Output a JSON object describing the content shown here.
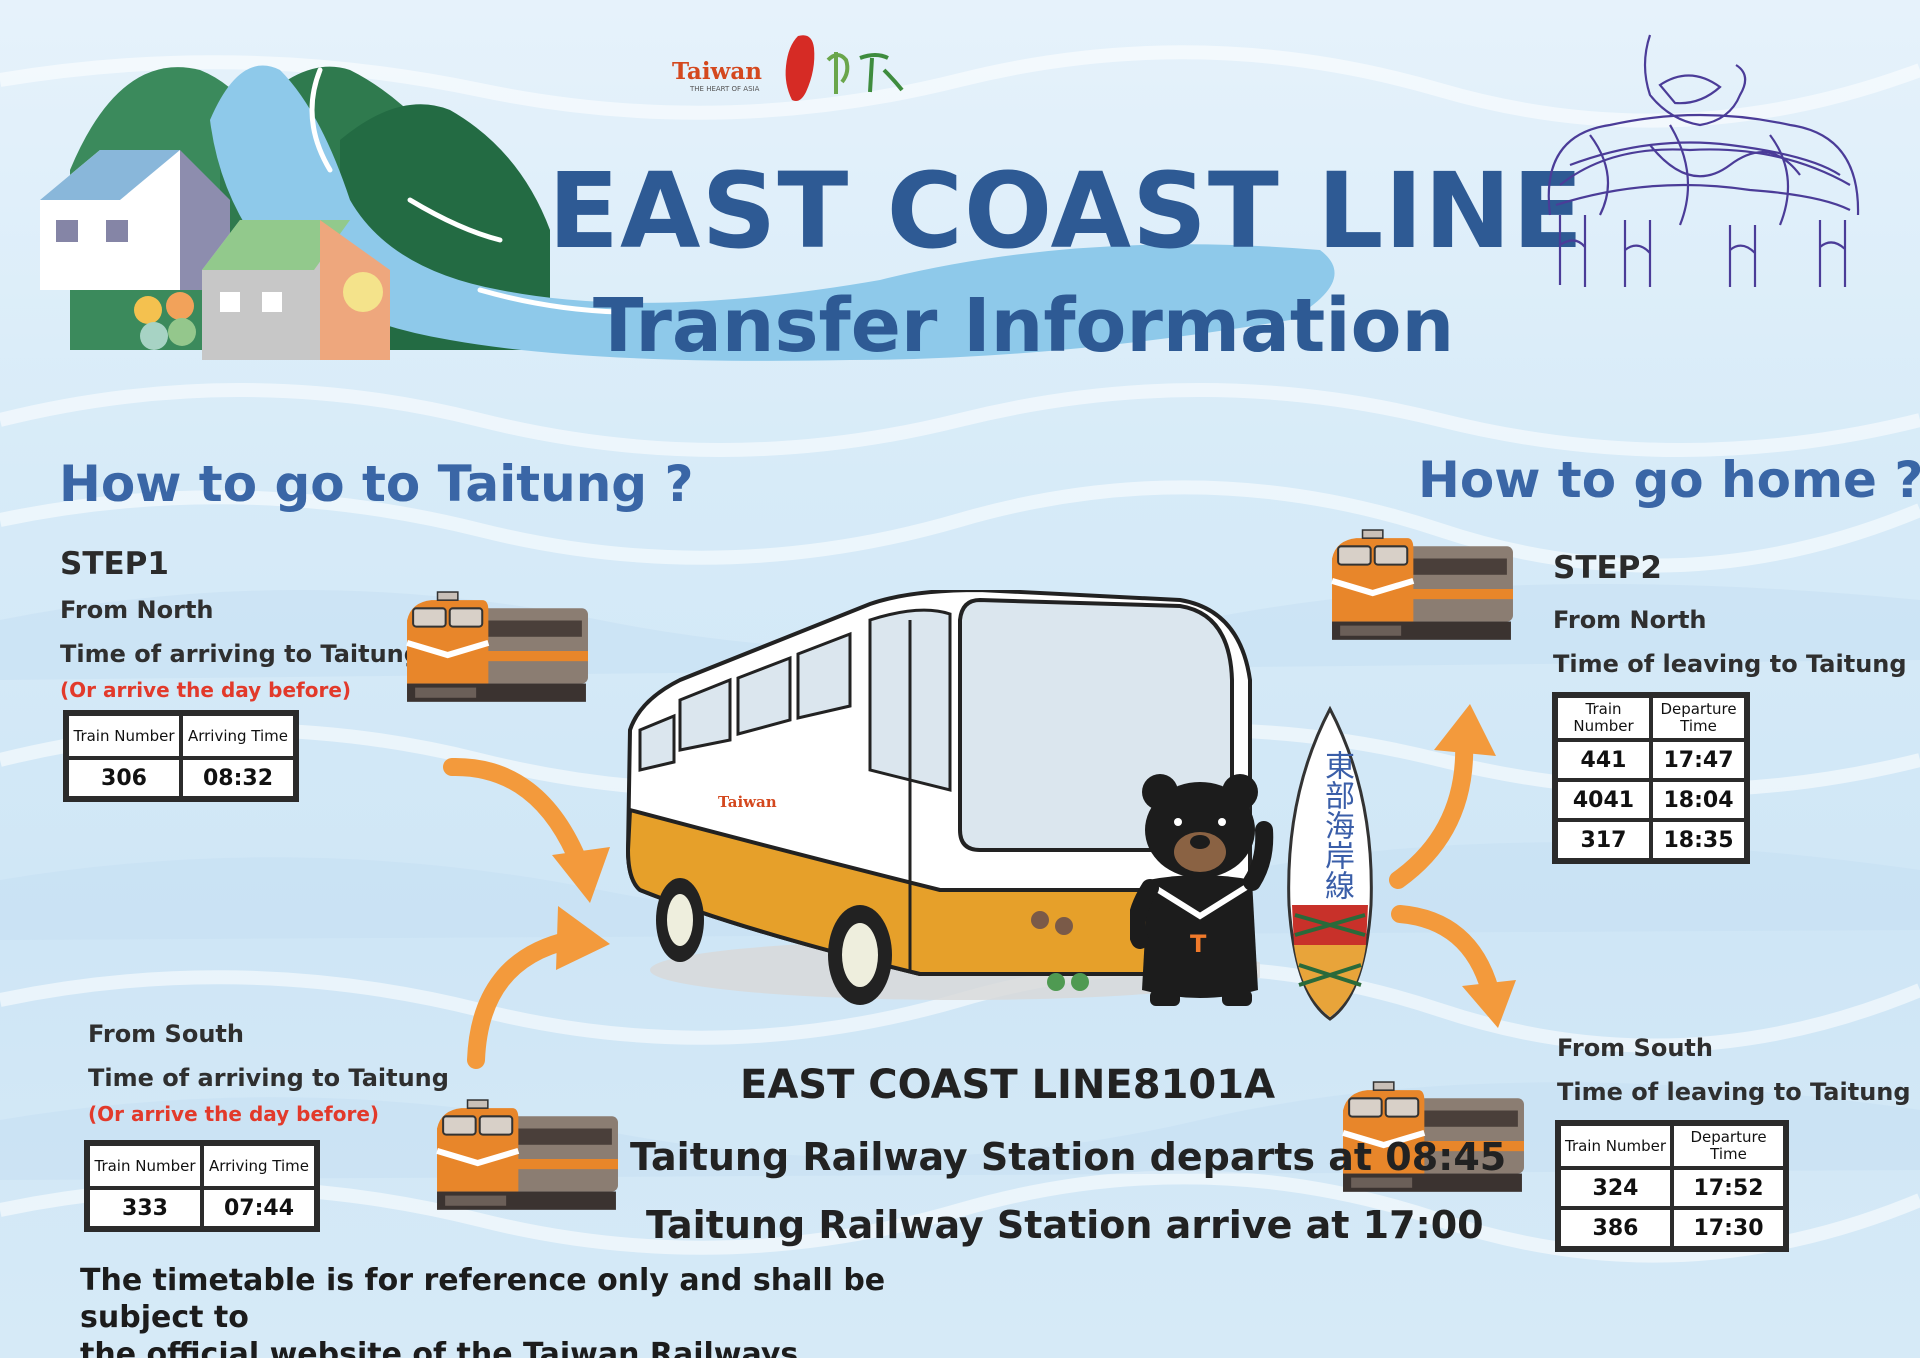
{
  "brand": {
    "name": "Taiwan",
    "tagline": "THE HEART OF ASIA"
  },
  "header": {
    "title": "EAST COAST LINE",
    "subtitle": "Transfer Information"
  },
  "to_taitung": {
    "heading": "How to go to Taitung ?",
    "step": "STEP1",
    "north": {
      "label": "From North",
      "time_label": "Time of arriving to Taitung",
      "note": "(Or arrive the day before)",
      "col1": "Train Number",
      "col2": "Arriving Time",
      "rows": [
        {
          "train": "306",
          "time": "08:32"
        }
      ]
    },
    "south": {
      "label": "From South",
      "time_label": "Time of arriving to Taitung",
      "note": "(Or arrive the day before)",
      "col1": "Train Number",
      "col2": "Arriving Time",
      "rows": [
        {
          "train": "333",
          "time": "07:44"
        }
      ]
    }
  },
  "go_home": {
    "heading": "How to go home ?",
    "step": "STEP2",
    "north": {
      "label": "From North",
      "time_label": "Time of leaving to Taitung",
      "col1": "Train Number",
      "col2": "Departure Time",
      "rows": [
        {
          "train": "441",
          "time": "17:47"
        },
        {
          "train": "4041",
          "time": "18:04"
        },
        {
          "train": "317",
          "time": "18:35"
        }
      ]
    },
    "south": {
      "label": "From South",
      "time_label": "Time of leaving to Taitung",
      "col1": "Train Number",
      "col2": "Departure Time",
      "rows": [
        {
          "train": "324",
          "time": "17:52"
        },
        {
          "train": "386",
          "time": "17:30"
        }
      ]
    }
  },
  "bus": {
    "title": "EAST COAST LINE8101A",
    "depart": "Taitung Railway Station departs at 08:45",
    "arrive": "Taitung Railway Station arrive at 17:00",
    "side_brand": "Taiwan",
    "surfboard_text": "東部海岸線",
    "bear_badge": "T"
  },
  "footer": {
    "line1": "The timetable is for reference only and shall be subject to",
    "line2": "the official website of the Taiwan Railways."
  },
  "colors": {
    "title": "#2e5a94",
    "heading": "#3a66a6",
    "note": "#e23a2b",
    "arrow": "#f39a3c",
    "train_orange": "#e8862a",
    "bus_yellow": "#e6a02a"
  },
  "icons": [
    "mountain-village-illustration",
    "train-icon",
    "bus-illustration",
    "bear-mascot",
    "surfboard",
    "elephant-wire-sculpture",
    "curved-arrow-icon"
  ]
}
